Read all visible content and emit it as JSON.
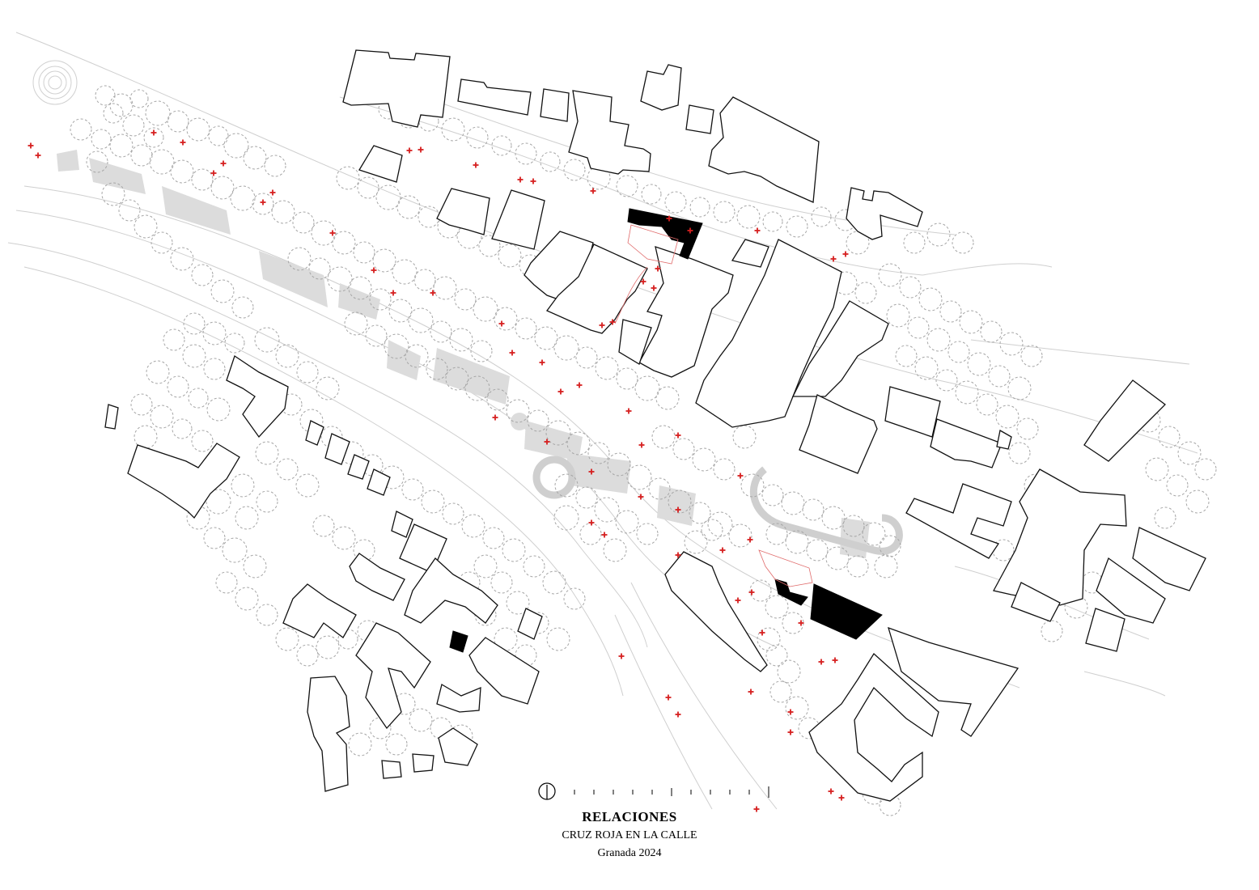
{
  "title": "RELACIONES",
  "subtitle": "CRUZ ROJA EN LA CALLE",
  "place_date": "Granada 2024",
  "legend_symbols": {
    "marker": "red-cross-marker",
    "highlighted_building": "black-filled-building",
    "north": "north-arrow-icon"
  },
  "colors": {
    "background": "#ffffff",
    "building_outline": "#000000",
    "highlight": "#000000",
    "marker": "#d62020",
    "tree": "#9a9a9a",
    "street": "#cccccc",
    "paving": "#d6d6d6"
  }
}
